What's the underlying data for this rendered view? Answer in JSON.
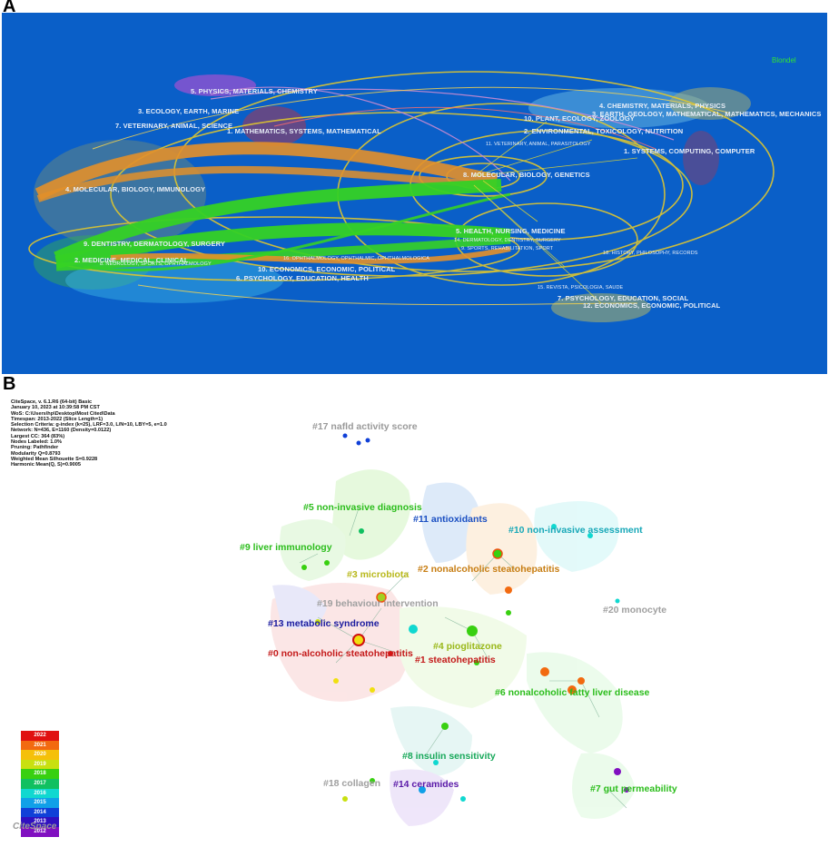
{
  "panel_a": {
    "letter": "A",
    "algorithm_label": "Blondel",
    "left_labels": [
      "5. PHYSICS, MATERIALS, CHEMISTRY",
      "3. ECOLOGY, EARTH, MARINE",
      "7. VETERINARY, ANIMAL, SCIENCE",
      "1. MATHEMATICS, SYSTEMS, MATHEMATICAL",
      "4. MOLECULAR, BIOLOGY, IMMUNOLOGY",
      "9. DENTISTRY, DERMATOLOGY, SURGERY",
      "2. MEDICINE, MEDICAL, CLINICAL",
      "8. NEUROLOGY, SPORTS, OPHTHALMOLOGY",
      "10. ECONOMICS, ECONOMIC, POLITICAL",
      "6. PSYCHOLOGY, EDUCATION, HEALTH",
      "16. OPHTHALMOLOGY, OPHTHALMIC, OPHTHALMOLOGICA"
    ],
    "right_labels": [
      "4. CHEMISTRY, MATERIALS, PHYSICS",
      "3. EARTH, GEOLOGY, MATHEMATICAL, MATHEMATICS, MECHANICS",
      "10. PLANT, ECOLOGY, ZOOLOGY",
      "2. ENVIRONMENTAL, TOXICOLOGY, NUTRITION",
      "1. SYSTEMS, COMPUTING, COMPUTER",
      "11. VETERINARY, ANIMAL, PARASITOLOGY",
      "8. MOLECULAR, BIOLOGY, GENETICS",
      "5. HEALTH, NURSING, MEDICINE",
      "14. DERMATOLOGY, DENTISTRY, SURGERY",
      "9. SPORTS, REHABILITATION, SPORT",
      "18. HISTORY, PHILOSOPHY, RECORDS",
      "15. REVISTA, PSICOLOGIA, SAUDE",
      "7. PSYCHOLOGY, EDUCATION, SOCIAL",
      "12. ECONOMICS, ECONOMIC, POLITICAL"
    ]
  },
  "panel_b": {
    "letter": "B",
    "metadata": [
      "CiteSpace, v. 6.1.R6 (64-bit) Basic",
      "January 10, 2023 at 10:39:58 PM CST",
      "WoS: C:\\Users\\hp\\Desktop\\Most Cited\\Data",
      "Timespan: 2013-2022 (Slice Length=1)",
      "Selection Criteria: g-index (k=25), LRF=3.0, L/N=10, LBY=5, e=1.0",
      "Network: N=436, E=1160 (Density=0.0122)",
      "Largest CC: 364 (83%)",
      "Nodes Labeled: 1.0%",
      "Pruning: Pathfinder",
      "Modularity Q=0.8793",
      "Weighted Mean Silhouette S=0.9228",
      "Harmonic Mean(Q, S)=0.9005"
    ],
    "clusters": [
      {
        "label": "#17 nafld activity score",
        "color": "#9a9a9a"
      },
      {
        "label": "#5 non-invasive diagnosis",
        "color": "#2bbd1b"
      },
      {
        "label": "#11 antioxidants",
        "color": "#1a4fc2"
      },
      {
        "label": "#10 non-invasive assessment",
        "color": "#18a8b8"
      },
      {
        "label": "#9 liver immunology",
        "color": "#2bbd1b"
      },
      {
        "label": "#3 microbiota",
        "color": "#b8b81a"
      },
      {
        "label": "#2 nonalcoholic steatohepatitis",
        "color": "#c77d12"
      },
      {
        "label": "#19 behaviour intervention",
        "color": "#a0a0a0"
      },
      {
        "label": "#20 monocyte",
        "color": "#a0a0a0"
      },
      {
        "label": "#13 metabolic syndrome",
        "color": "#1a1a9e"
      },
      {
        "label": "#4 pioglitazone",
        "color": "#9ab81a"
      },
      {
        "label": "#0 non-alcoholic steatohepatitis",
        "color": "#c41a1a"
      },
      {
        "label": "#1 steatohepatitis",
        "color": "#c41a1a"
      },
      {
        "label": "#6 nonalcoholic fatty liver   disease",
        "color": "#2bbd1b"
      },
      {
        "label": "#8 insulin sensitivity",
        "color": "#18a85a"
      },
      {
        "label": "#18 collagen",
        "color": "#a0a0a0"
      },
      {
        "label": "#14 ceramides",
        "color": "#5a1aa8"
      },
      {
        "label": "#7 gut   permeability",
        "color": "#2bbd1b"
      }
    ],
    "legend": [
      {
        "year": "2022",
        "color": "#e01010"
      },
      {
        "year": "2021",
        "color": "#f26a10"
      },
      {
        "year": "2020",
        "color": "#f5c00a"
      },
      {
        "year": "2019",
        "color": "#c8e010"
      },
      {
        "year": "2018",
        "color": "#38d010"
      },
      {
        "year": "2017",
        "color": "#10c060"
      },
      {
        "year": "2016",
        "color": "#10d8d0"
      },
      {
        "year": "2015",
        "color": "#10a0e8"
      },
      {
        "year": "2014",
        "color": "#1040d8"
      },
      {
        "year": "2013",
        "color": "#3010c0"
      },
      {
        "year": "2012",
        "color": "#8010c0"
      }
    ],
    "logo_text": "CiteSpace"
  }
}
